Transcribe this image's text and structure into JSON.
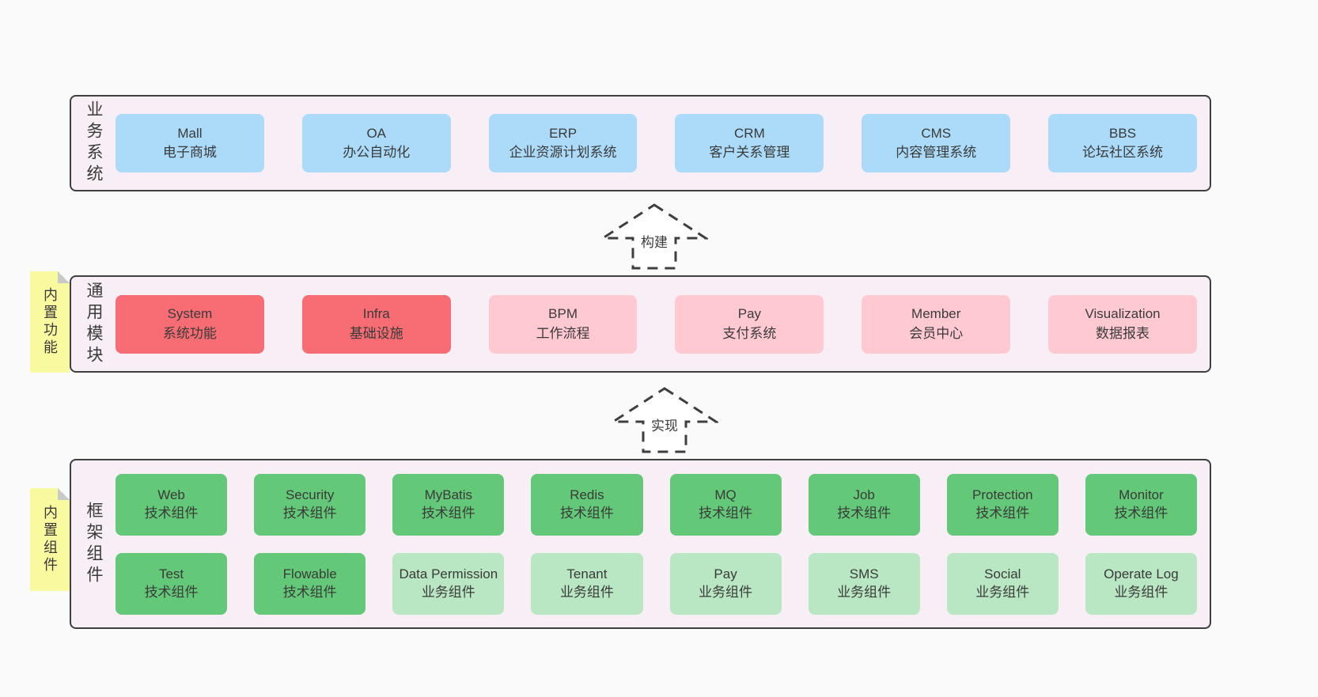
{
  "colors": {
    "page_bg": "#fafafa",
    "panel_bg": "#f8eef6",
    "panel_border": "#3f3f3f",
    "blue": "#abdbf8",
    "red": "#f76d73",
    "pink": "#ffc9d2",
    "green_dark": "#63c878",
    "green_light": "#b9e6c3",
    "yellow": "#f9f9a0",
    "fold": "#c9c9c9",
    "text": "#3a3a3a"
  },
  "arrows": [
    {
      "label": "构建"
    },
    {
      "label": "实现"
    }
  ],
  "sections": [
    {
      "label": "业务系统",
      "boxes": [
        {
          "title": "Mall",
          "subtitle": "电子商城"
        },
        {
          "title": "OA",
          "subtitle": "办公自动化"
        },
        {
          "title": "ERP",
          "subtitle": "企业资源计划系统"
        },
        {
          "title": "CRM",
          "subtitle": "客户关系管理"
        },
        {
          "title": "CMS",
          "subtitle": "内容管理系统"
        },
        {
          "title": "BBS",
          "subtitle": "论坛社区系统"
        }
      ]
    },
    {
      "label": "通用模块",
      "sticky": "内置功能",
      "boxes": [
        {
          "title": "System",
          "subtitle": "系统功能"
        },
        {
          "title": "Infra",
          "subtitle": "基础设施"
        },
        {
          "title": "BPM",
          "subtitle": "工作流程"
        },
        {
          "title": "Pay",
          "subtitle": "支付系统"
        },
        {
          "title": "Member",
          "subtitle": "会员中心"
        },
        {
          "title": "Visualization",
          "subtitle": "数据报表"
        }
      ]
    },
    {
      "label": "框架组件",
      "sticky": "内置组件",
      "rows": [
        [
          {
            "title": "Web",
            "subtitle": "技术组件"
          },
          {
            "title": "Security",
            "subtitle": "技术组件"
          },
          {
            "title": "MyBatis",
            "subtitle": "技术组件"
          },
          {
            "title": "Redis",
            "subtitle": "技术组件"
          },
          {
            "title": "MQ",
            "subtitle": "技术组件"
          },
          {
            "title": "Job",
            "subtitle": "技术组件"
          },
          {
            "title": "Protection",
            "subtitle": "技术组件"
          },
          {
            "title": "Monitor",
            "subtitle": "技术组件"
          }
        ],
        [
          {
            "title": "Test",
            "subtitle": "技术组件"
          },
          {
            "title": "Flowable",
            "subtitle": "技术组件"
          },
          {
            "title": "Data Permission",
            "subtitle": "业务组件"
          },
          {
            "title": "Tenant",
            "subtitle": "业务组件"
          },
          {
            "title": "Pay",
            "subtitle": "业务组件"
          },
          {
            "title": "SMS",
            "subtitle": "业务组件"
          },
          {
            "title": "Social",
            "subtitle": "业务组件"
          },
          {
            "title": "Operate Log",
            "subtitle": "业务组件"
          }
        ]
      ]
    }
  ]
}
